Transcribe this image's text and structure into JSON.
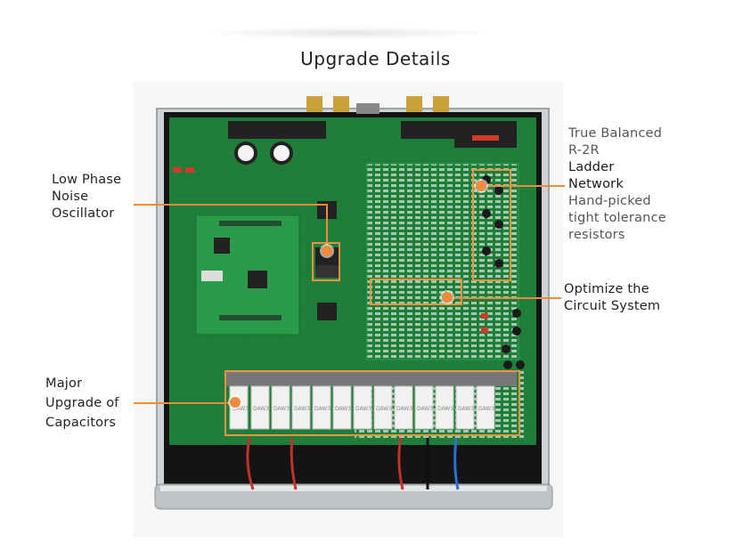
{
  "title": "Upgrade Details",
  "callouts": {
    "oscillator": {
      "lines": [
        "Low Phase",
        "Noise",
        "Oscillator"
      ]
    },
    "ladder": {
      "lines_thin_top": [
        "True Balanced",
        "R-2R"
      ],
      "lines_bold": [
        "Ladder",
        "Network"
      ],
      "lines_thin_bottom": [
        "Hand-picked",
        "tight tolerance",
        "resistors"
      ]
    },
    "circuit": {
      "lines": [
        "Optimize the",
        "Circuit System"
      ]
    },
    "capacitors": {
      "lines": [
        "Major",
        "Upgrade of",
        "Capacitors"
      ]
    }
  },
  "capacitor_labels": [
    "DAW3",
    "DAW3",
    "DAW3",
    "DAW3",
    "DAW3",
    "DAW3",
    "DAW3",
    "DAW3",
    "DAW3",
    "DAW3",
    "DAW3",
    "DAW3",
    "DAW3"
  ],
  "colors": {
    "accent": "#f08a3c",
    "pcb": "#1f7d3a",
    "chassis": "#cfd2d4"
  }
}
